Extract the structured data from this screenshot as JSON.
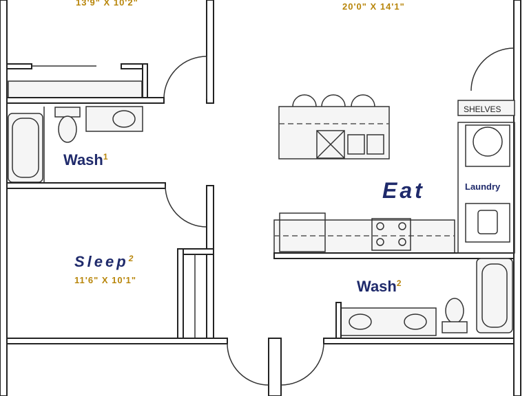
{
  "rooms": {
    "top_left_dim": "13'9\" X 10'2\"",
    "top_center_dim": "20'0\" X 14'1\"",
    "wash1": {
      "label": "Wash",
      "sup": "1"
    },
    "eat": {
      "label": "Eat"
    },
    "laundry": {
      "label": "Laundry"
    },
    "shelves": {
      "label": "SHELVES"
    },
    "sleep2": {
      "label": "Sleep",
      "sup": "2",
      "dim": "11'6\" X 10'1\""
    },
    "wash2": {
      "label": "Wash",
      "sup": "2"
    }
  },
  "colors": {
    "label_blue": "#1f2a6b",
    "dim_gold": "#b8860b",
    "wall": "#222222"
  }
}
